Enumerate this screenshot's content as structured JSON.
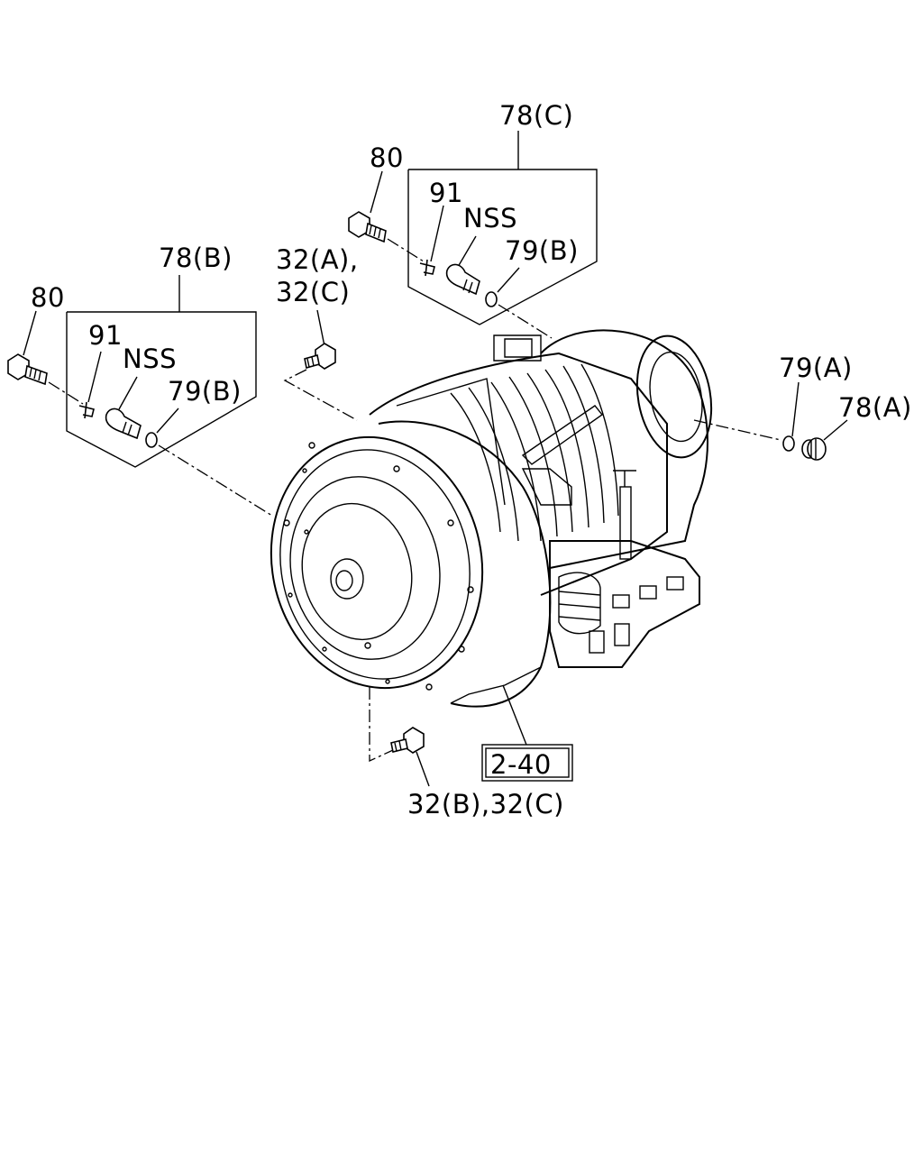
{
  "diagram": {
    "labels": {
      "group_c": "78(C)",
      "bolt_right": "80",
      "clip_right": "91",
      "nss_right": "NSS",
      "oring_right": "79(B)",
      "group_b": "78(B)",
      "bolt_left": "80",
      "clip_left": "91",
      "nss_left": "NSS",
      "oring_left": "79(B)",
      "bolt_top_line1": "32(A),",
      "bolt_top_line2": "32(C)",
      "oring_a": "79(A)",
      "plug_a": "78(A)",
      "ref_box": "2-40",
      "bolt_bottom": "32(B),32(C)"
    }
  }
}
